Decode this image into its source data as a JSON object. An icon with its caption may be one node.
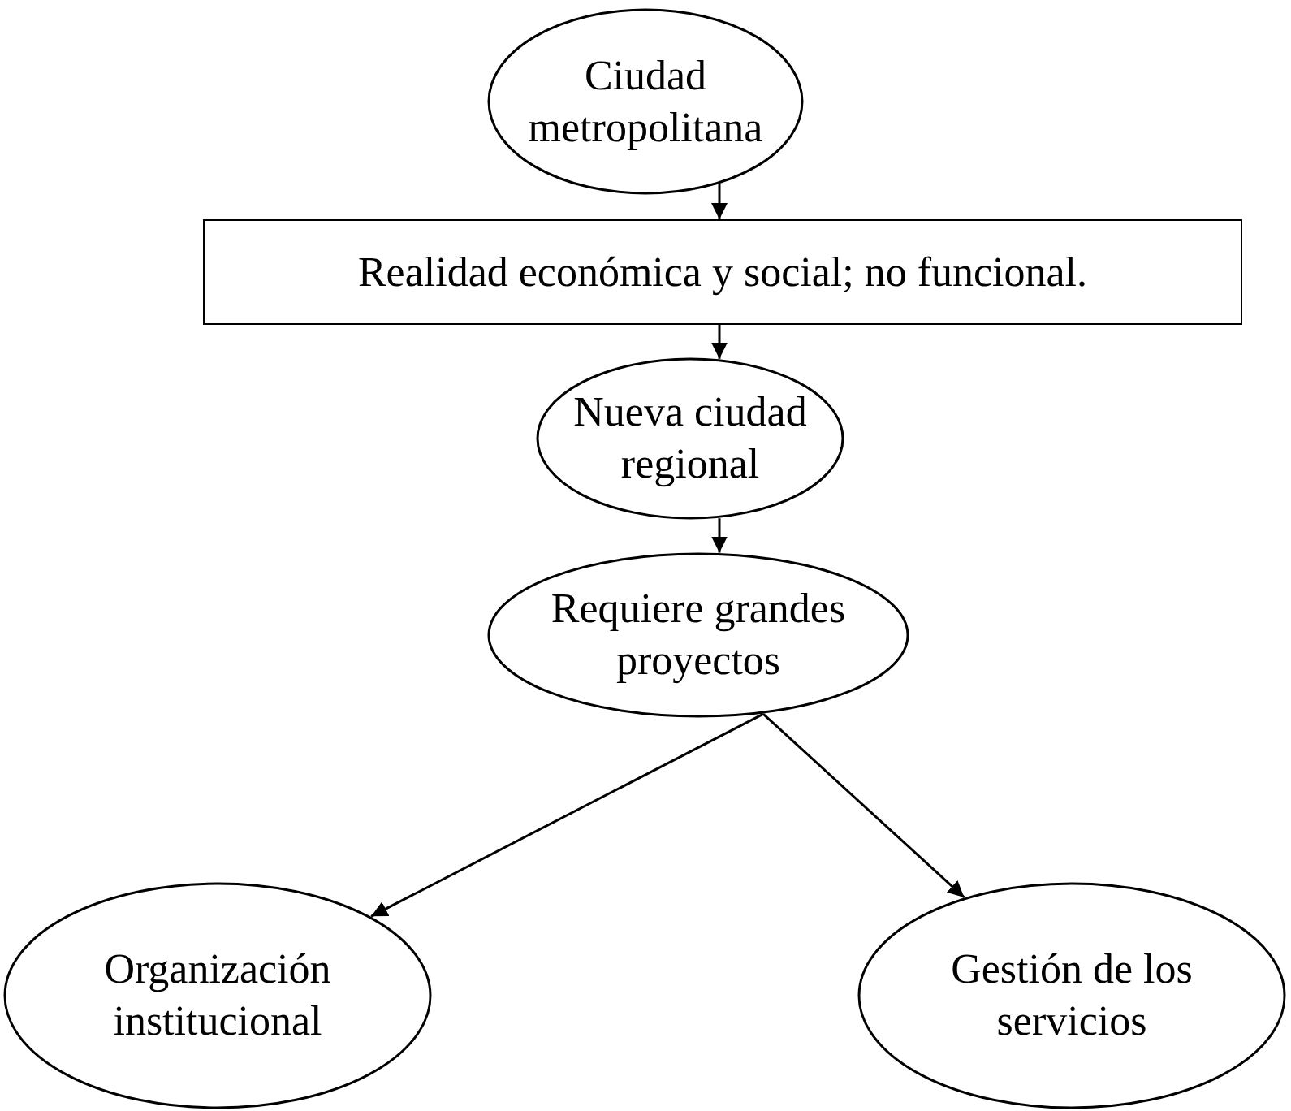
{
  "diagram": {
    "nodes": [
      {
        "text": [
          "Ciudad metropolitana"
        ]
      },
      {
        "text": [
          "Realidad económica y social; no funcional."
        ]
      },
      {
        "text": [
          "Nueva ciudad regional"
        ]
      },
      {
        "text": [
          "Requiere grandes proyectos"
        ]
      },
      {
        "text": [
          "Organización institucional"
        ]
      },
      {
        "text": [
          "Gestión de los servicios"
        ]
      }
    ],
    "edges": [
      {
        "from": 0,
        "to": 1,
        "arrow": "to"
      },
      {
        "from": 1,
        "to": 2,
        "arrow": "to"
      },
      {
        "from": 2,
        "to": 3,
        "arrow": "to"
      },
      {
        "from": 3,
        "to": 4,
        "arrow": "to"
      },
      {
        "from": 3,
        "to": 5,
        "arrow": "to"
      }
    ]
  }
}
